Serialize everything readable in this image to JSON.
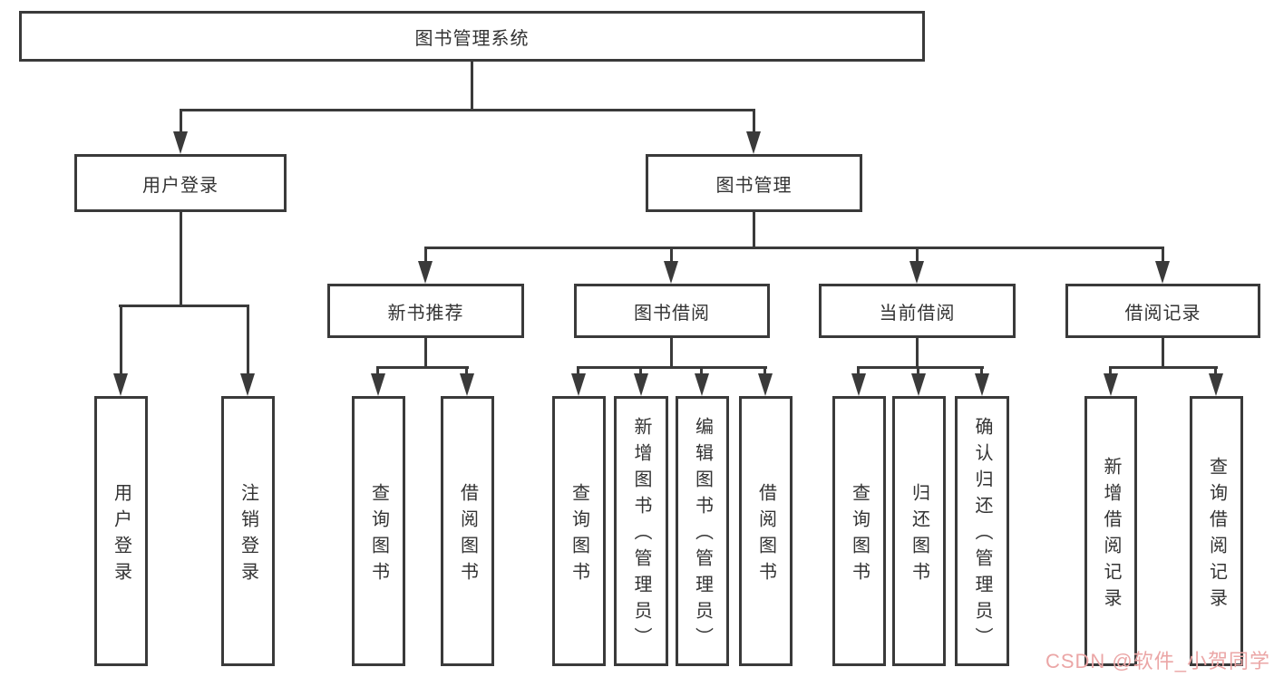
{
  "diagram": {
    "title": "图书管理系统",
    "root": {
      "label": "图书管理系统"
    },
    "branches": [
      {
        "label": "用户登录",
        "children": [
          {
            "label": "用户登录"
          },
          {
            "label": "注销登录"
          }
        ]
      },
      {
        "label": "图书管理",
        "children": [
          {
            "label": "新书推荐",
            "children": [
              {
                "label": "查询图书"
              },
              {
                "label": "借阅图书"
              }
            ]
          },
          {
            "label": "图书借阅",
            "children": [
              {
                "label": "查询图书"
              },
              {
                "label": "新增图书（管理员）"
              },
              {
                "label": "编辑图书（管理员）"
              },
              {
                "label": "借阅图书"
              }
            ]
          },
          {
            "label": "当前借阅",
            "children": [
              {
                "label": "查询图书"
              },
              {
                "label": "归还图书"
              },
              {
                "label": "确认归还（管理员）"
              }
            ]
          },
          {
            "label": "借阅记录",
            "children": [
              {
                "label": "新增借阅记录"
              },
              {
                "label": "查询借阅记录"
              }
            ]
          }
        ]
      }
    ]
  },
  "watermark": {
    "text": "CSDN @软件_小贺同学"
  },
  "colors": {
    "line": "#3a3a3a",
    "box_border": "#3a3a3a",
    "box_background": "#ffffff",
    "text": "#333333",
    "watermark": "#eba6a6",
    "background": "#ffffff"
  }
}
